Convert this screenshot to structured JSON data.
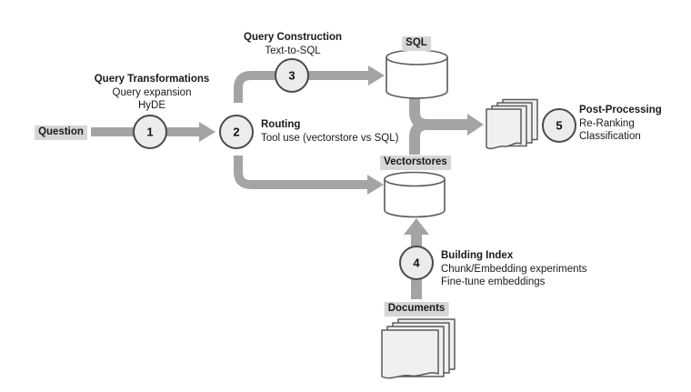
{
  "diagram": {
    "nodes": {
      "question": {
        "label": "Question"
      },
      "sql_db": {
        "label": "SQL",
        "icon": "database-cylinder"
      },
      "vectorstores_db": {
        "label": "Vectorstores",
        "icon": "database-cylinder"
      },
      "documents": {
        "label": "Documents",
        "icon": "document-stack"
      },
      "retrieved_results": {
        "icon": "document-stack"
      }
    },
    "steps": [
      {
        "number": "1",
        "title": "Query Transformations",
        "lines": [
          "Query expansion",
          "HyDE"
        ]
      },
      {
        "number": "2",
        "title": "Routing",
        "lines": [
          "Tool use (vectorstore vs SQL)"
        ]
      },
      {
        "number": "3",
        "title": "Query Construction",
        "lines": [
          "Text-to-SQL"
        ]
      },
      {
        "number": "4",
        "title": "Building Index",
        "lines": [
          "Chunk/Embedding experiments",
          "Fine-tune embeddings"
        ]
      },
      {
        "number": "5",
        "title": "Post-Processing",
        "lines": [
          "Re-Ranking",
          "Classification"
        ]
      }
    ],
    "colors": {
      "background": "#ffffff",
      "arrow": "#a4a4a4",
      "circle_fill": "#ececec",
      "circle_border": "#4a4a4a",
      "label_highlight": "#d6d6d6",
      "shape_fill": "#f0f0f0",
      "shape_border": "#5a5a5a",
      "text": "#1a1a1a"
    }
  }
}
